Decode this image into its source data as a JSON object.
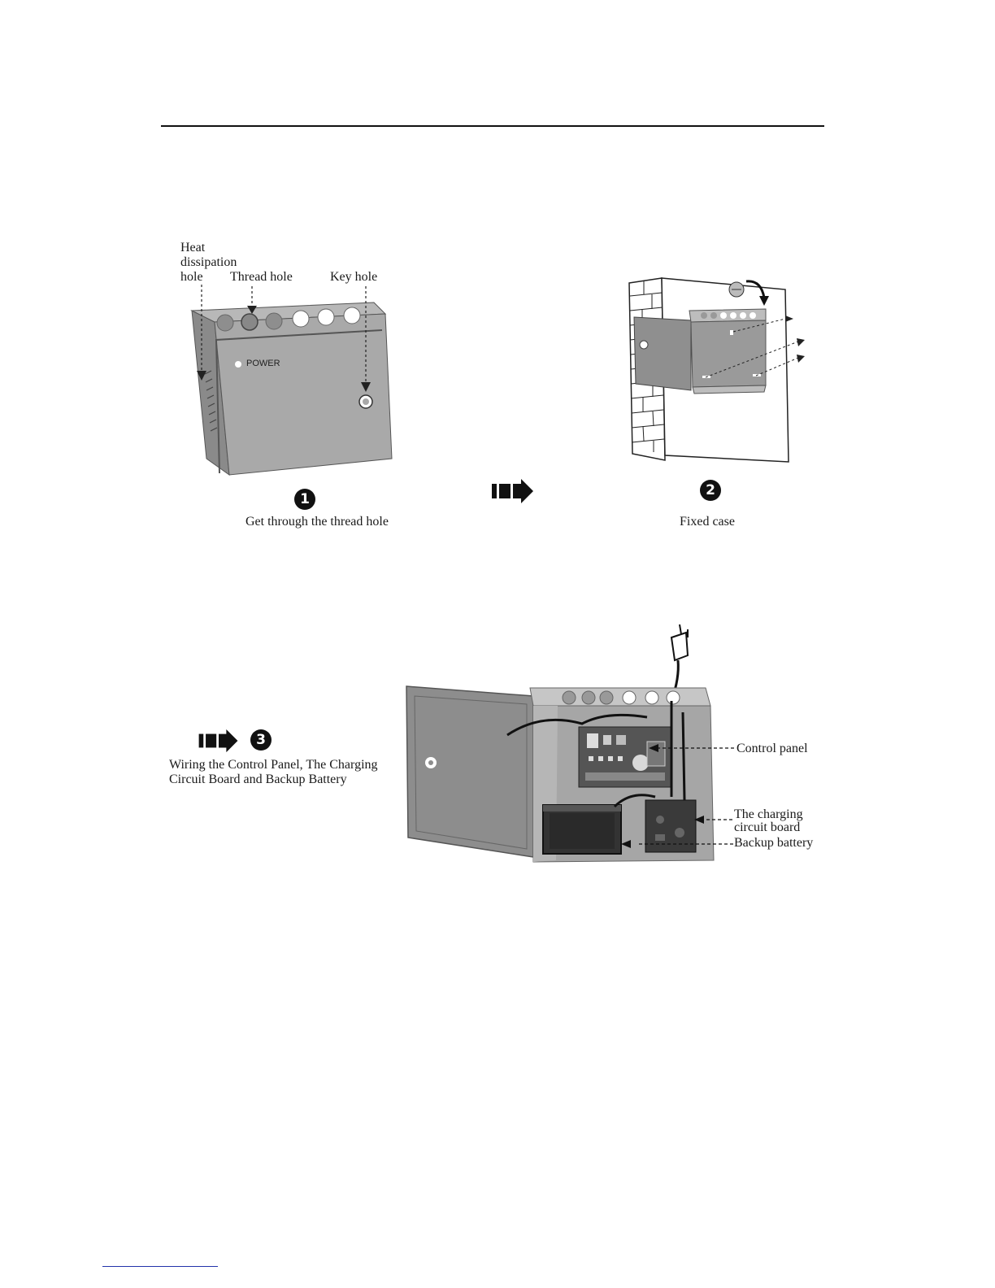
{
  "figure1": {
    "label_heat": "Heat\ndissipation\nhole",
    "label_thread": "Thread hole",
    "label_key": "Key hole",
    "power_text": "POWER",
    "step_number": "1",
    "caption": "Get through the thread hole"
  },
  "figure2": {
    "step_number": "2",
    "caption": "Fixed case"
  },
  "figure3": {
    "step_number": "3",
    "description": "Wiring the Control Panel, The  Charging\nCircuit  Board and  Backup Battery",
    "label_control_panel": "Control panel",
    "label_charging_board": "The  charging\ncircuit  board",
    "label_backup_battery": "Backup battery"
  },
  "colors": {
    "case_gray": "#a9a9a9",
    "case_dark": "#7d7d7d",
    "interior_gray": "#8f8f8f",
    "board_dark": "#3a3a3a"
  }
}
